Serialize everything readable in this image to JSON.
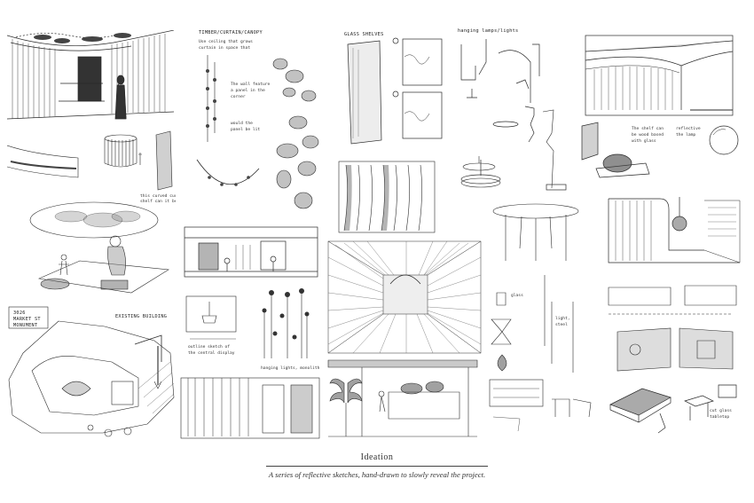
{
  "caption": {
    "title": "Ideation",
    "subtitle": "A series of reflective sketches, hand-drawn to slowly reveal the project."
  },
  "sketch_notes": {
    "timber_curtain_header": "TIMBER/CURTAIN/CANOPY",
    "glass_shelf_header": "GLASS SHELVES",
    "lamp_header": "hanging lamps/lights",
    "site_label_line1": "3026",
    "site_label_line2": "MARKET ST",
    "site_label_line3": "MONUMENT",
    "existing_building": "EXISTING BUILDING",
    "note_a": "Use ceiling that grows",
    "note_b": "curtain in space that",
    "note_c": "reflective"
  },
  "colors": {
    "ink": "#2a2a2a",
    "paper": "#ffffff",
    "hatch": "#555555"
  }
}
